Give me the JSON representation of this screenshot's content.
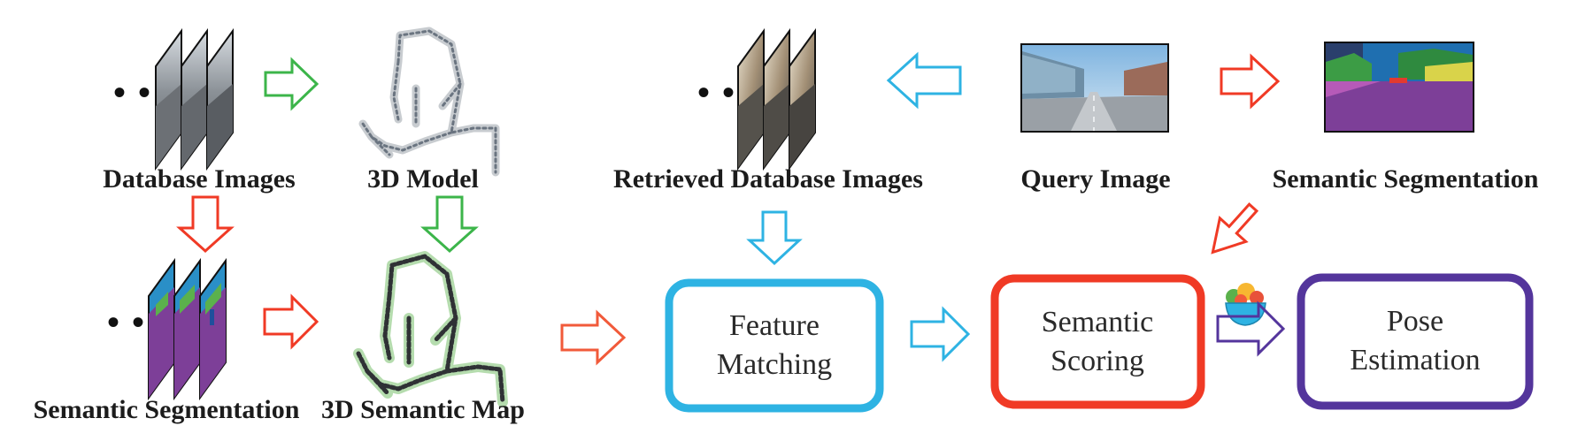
{
  "labels": {
    "database_images": "Database Images",
    "model_3d": "3D Model",
    "retrieved_database_images": "Retrieved Database Images",
    "query_image": "Query Image",
    "semantic_segmentation_top": "Semantic Segmentation",
    "semantic_segmentation_bottom": "Semantic Segmentation",
    "semantic_map_3d": "3D Semantic Map"
  },
  "boxes": {
    "feature_matching": [
      "Feature",
      "Matching"
    ],
    "semantic_scoring": [
      "Semantic",
      "Scoring"
    ],
    "pose_estimation": [
      "Pose",
      "Estimation"
    ]
  },
  "ellipsis": "• • •",
  "colors": {
    "blue": "#2eb3e3",
    "red": "#f03a25",
    "purple": "#54359c",
    "green": "#3cb54a",
    "orange_red": "#f15a3a",
    "seg_purple": "#7d3f98",
    "seg_sky": "#2a8fc7",
    "seg_green": "#5bb14c"
  }
}
